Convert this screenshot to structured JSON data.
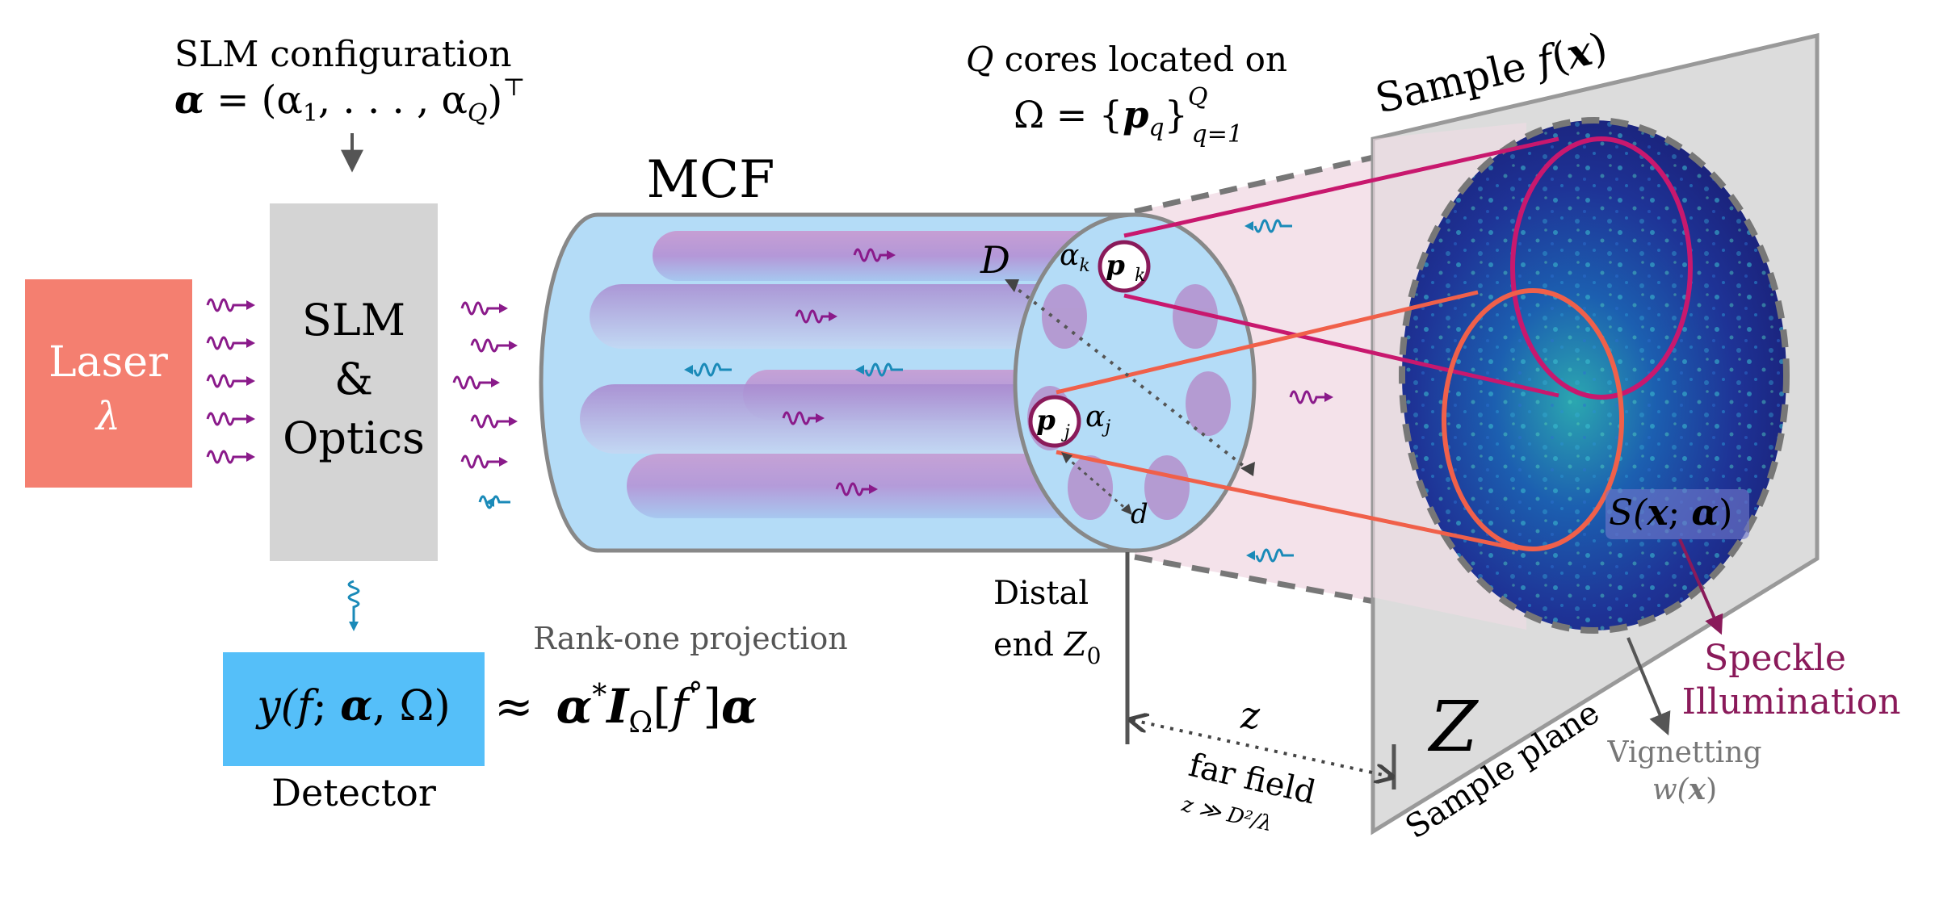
{
  "slm_config": {
    "title": "SLM configuration",
    "equation_lhs": "α",
    "equation_rhs": " = (α",
    "sub1": "1",
    "middle": ", . . . , α",
    "subQ": "Q",
    "tail": ")",
    "transpose": "⊤"
  },
  "laser": {
    "label": "Laser",
    "symbol": "λ",
    "color": "#f47f70"
  },
  "slm_box": {
    "line1": "SLM",
    "line2": "&",
    "line3": "Optics",
    "color": "#d4d4d4"
  },
  "mcf": {
    "label": "MCF",
    "fill": "#b4dcf7",
    "stroke": "#888888"
  },
  "cores_text": {
    "line1_q": "Q",
    "line1_rest": " cores located on",
    "omega_lhs": "Ω = {",
    "p": "p",
    "q_sub": "q",
    "close": "}",
    "sup": "Q",
    "sub_range": "q=1"
  },
  "core_labels": {
    "D": "D",
    "alpha_k": "α",
    "k": "k",
    "p_k": "p",
    "p_j": "p",
    "j": "j",
    "alpha_j": "α",
    "d": "d"
  },
  "sample": {
    "title": "Sample ",
    "f": "f",
    "x": "x",
    "paren_open": "(",
    "paren_close": ")",
    "plane_label": "Sample plane",
    "Z": "Z",
    "S_label": "S(",
    "S_x": "x",
    "S_sep": "; ",
    "S_alpha": "α",
    "S_close": ")"
  },
  "speckle": {
    "line1": "Speckle",
    "line2": "Illumination",
    "color": "#8a1a5a"
  },
  "vignetting": {
    "line1": "Vignetting",
    "w": "w(",
    "x": "x",
    "close": ")"
  },
  "distal": {
    "line1": "Distal",
    "line2": "end ",
    "Z": "Z",
    "sub": "0"
  },
  "far_field": {
    "z": "z",
    "label": "far field",
    "condition": "z ≫ D²/λ"
  },
  "detector": {
    "label": "Detector",
    "eq_y": "y(",
    "eq_f": "f",
    "eq_sep": "; ",
    "eq_alpha": "α",
    "eq_omega": ", Ω)",
    "box_color": "#55bff9"
  },
  "projection": {
    "caption": "Rank-one projection",
    "approx": "≈",
    "alpha_star": "α",
    "star": "*",
    "I": "I",
    "omega_sub": "Ω",
    "bracket": "[",
    "f": "f",
    "circ": "°",
    "close": "]",
    "alpha": "α"
  },
  "colors": {
    "purple_wave": "#8a1a8a",
    "teal_wave": "#1a8ab8",
    "magenta": "#c8186e",
    "orange": "#f0604a",
    "speckle_dark": "#1a237e"
  }
}
